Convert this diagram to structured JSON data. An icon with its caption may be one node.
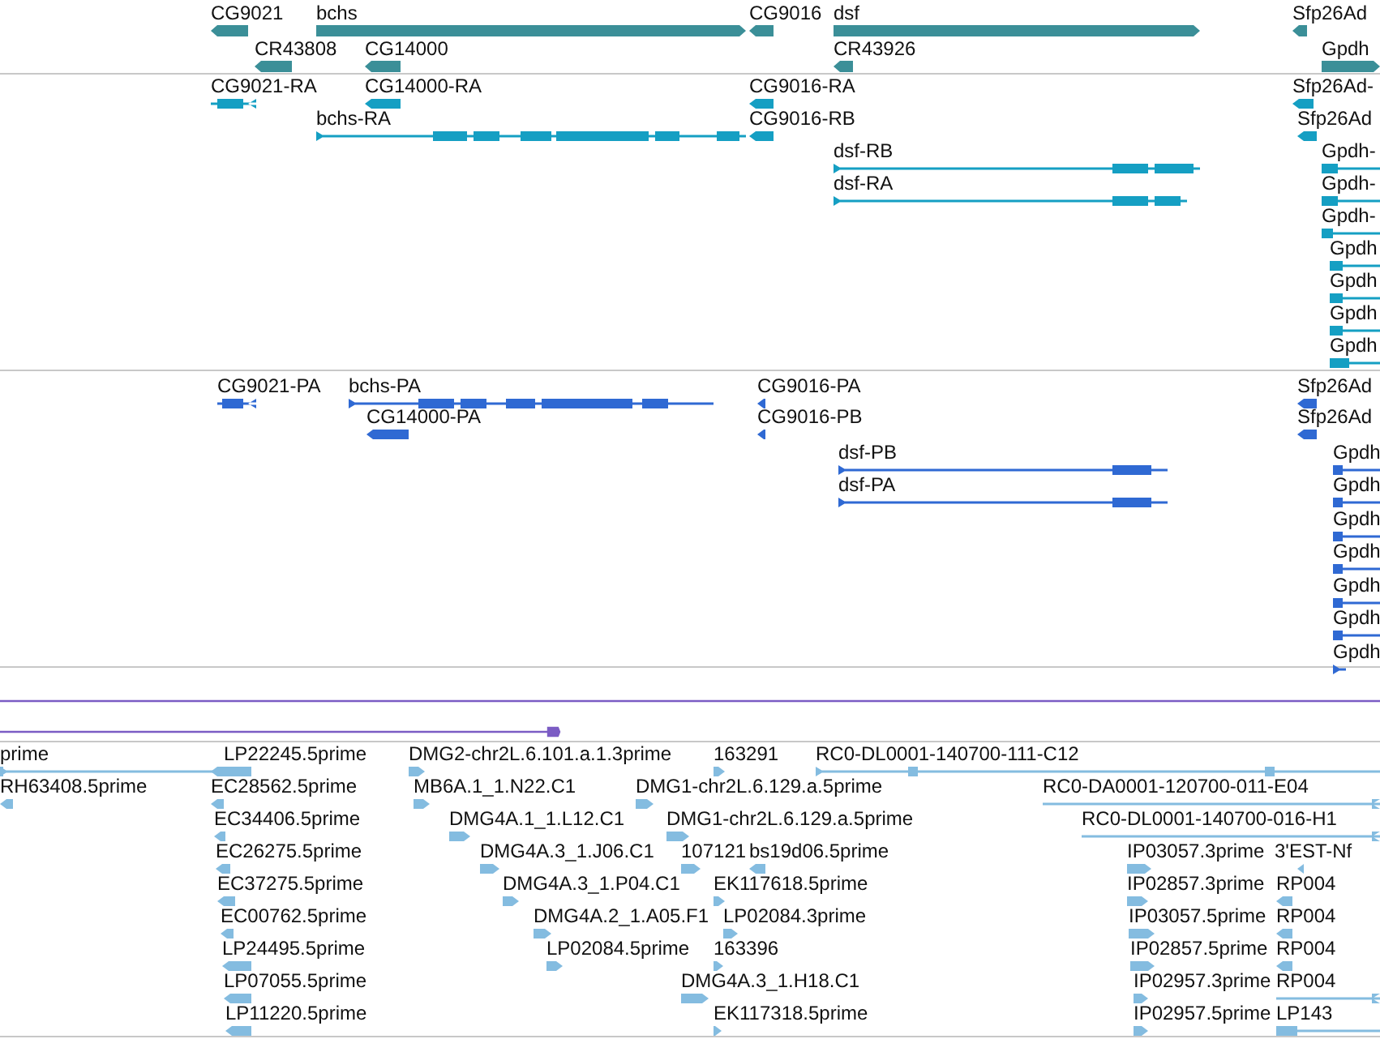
{
  "diagram": {
    "labels": [
      "CG9021",
      "bchs",
      "CG9016",
      "dsf",
      "Sfp26Ad",
      "CR43808",
      "CG14000",
      "CR43926",
      "Gpdh",
      "CG9021-RA",
      "CG14000-RA",
      "CG9016-RA",
      "Sfp26Ad-",
      "bchs-RA",
      "CG9016-RB",
      "Sfp26Ad",
      "dsf-RB",
      "Gpdh-",
      "dsf-RA",
      "Gpdh-",
      "Gpdh-",
      "Gpdh",
      "Gpdh",
      "Gpdh",
      "Gpdh",
      "CG9021-PA",
      "bchs-PA",
      "CG9016-PA",
      "Sfp26Ad",
      "CG14000-PA",
      "CG9016-PB",
      "Sfp26Ad",
      "dsf-PB",
      "Gpdh",
      "dsf-PA",
      "Gpdh",
      "Gpdh",
      "Gpdh",
      "Gpdh",
      "Gpdh",
      "Gpdh",
      "prime",
      "LP22245.5prime",
      "DMG2-chr2L.6.101.a.1.3prime",
      "163291",
      "RC0-DL0001-140700-111-C12",
      "RH63408.5prime",
      "EC28562.5prime",
      "MB6A.1_1.N22.C1",
      "DMG1-chr2L.6.129.a.5prime",
      "RC0-DA0001-120700-011-E04",
      "EC34406.5prime",
      "DMG4A.1_1.L12.C1",
      "DMG1-chr2L.6.129.a.5prime",
      "RC0-DL0001-140700-016-H1",
      "EC26275.5prime",
      "DMG4A.3_1.J06.C1",
      "107121",
      "bs19d06.5prime",
      "IP03057.3prime",
      "3'EST-Nf",
      "EC37275.5prime",
      "DMG4A.3_1.P04.C1",
      "EK117618.5prime",
      "IP02857.3prime",
      "RP004",
      "EC00762.5prime",
      "DMG4A.2_1.A05.F1",
      "LP02084.3prime",
      "IP03057.5prime",
      "RP004",
      "LP24495.5prime",
      "LP02084.5prime",
      "163396",
      "IP02857.5prime",
      "RP004",
      "LP07055.5prime",
      "DMG4A.3_1.H18.C1",
      "IP02957.3prime",
      "RP004",
      "LP11220.5prime",
      "EK117318.5prime",
      "IP02957.5prime",
      "LP143"
    ]
  }
}
